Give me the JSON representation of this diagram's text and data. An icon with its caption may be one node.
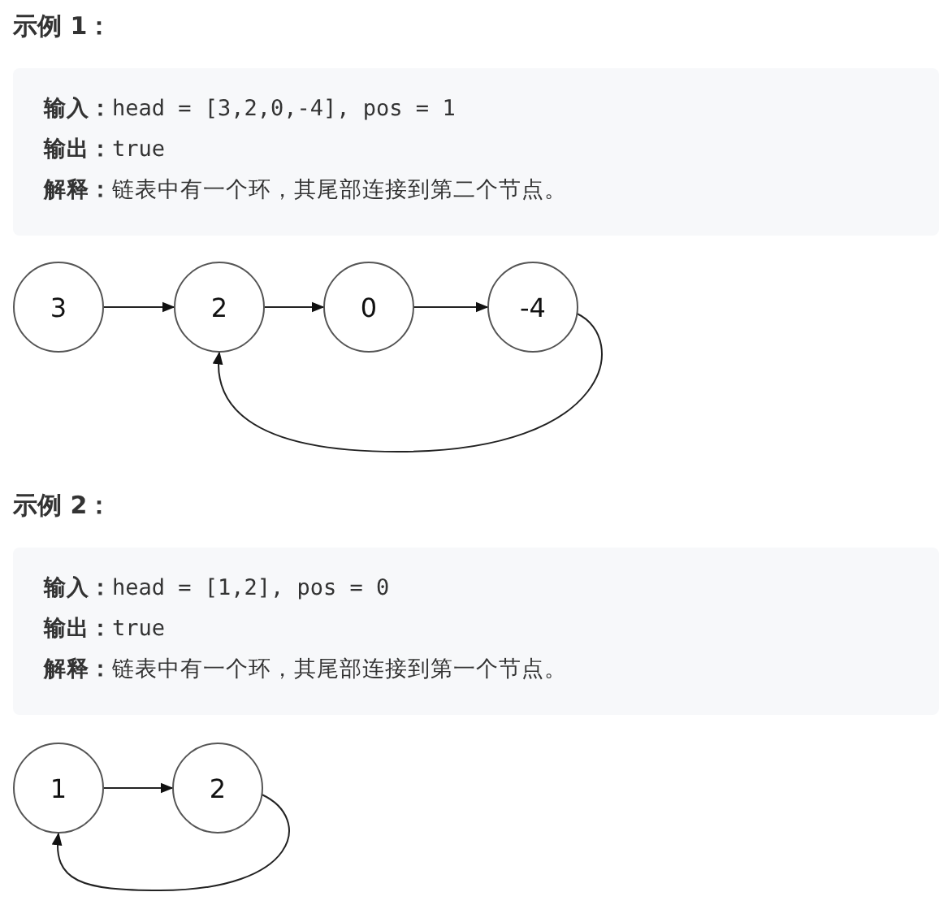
{
  "diagram": {
    "nodes": [
      {
        "text": [
          "**输入：**head = [3,2,0,-4], pos = 1",
          "**输出：**true",
          "**解释：**链表中有一个环，其尾部连接到第二个节点。"
        ]
      },
      {
        "text": [
          "3"
        ]
      },
      {
        "text": [
          "2"
        ]
      },
      {
        "text": [
          "0"
        ]
      },
      {
        "text": [
          "-4"
        ]
      },
      {
        "text": [
          "**输入：**head = [1,2], pos = 0",
          "**输出：**true",
          "**解释：**链表中有一个环，其尾部连接到第一个节点。"
        ]
      },
      {
        "text": [
          "1"
        ]
      },
      {
        "text": [
          "2"
        ]
      }
    ],
    "edges": [
      {
        "from": 1,
        "to": 2,
        "arrow": "to"
      },
      {
        "from": 2,
        "to": 3,
        "arrow": "to"
      },
      {
        "from": 3,
        "to": 4,
        "arrow": "to"
      },
      {
        "from": 4,
        "to": 2,
        "arrow": "to"
      },
      {
        "from": 6,
        "to": 7,
        "arrow": "to"
      },
      {
        "from": 7,
        "to": 6,
        "arrow": "to"
      }
    ],
    "labels": [
      "示例 1：",
      "示例 2："
    ]
  }
}
